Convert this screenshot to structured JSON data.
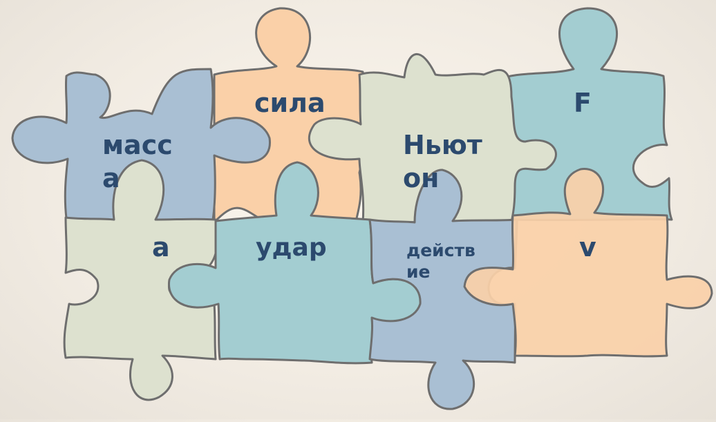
{
  "pieces": {
    "massa": {
      "line1": "масс",
      "line2": "а"
    },
    "sila": {
      "text": "сила"
    },
    "nyuton": {
      "line1": "Ньют",
      "line2": "он"
    },
    "force": {
      "text": "F"
    },
    "accel": {
      "text": "a"
    },
    "udar": {
      "text": "удар"
    },
    "deystvie": {
      "line1": "действ",
      "line2": "ие"
    },
    "velocity": {
      "text": "v"
    }
  },
  "colors": {
    "blue_gray": "#a9bfd3",
    "peach": "#fad0a8",
    "sage": "#dde1cf",
    "teal": "#a3cdd1",
    "outline": "#6e6e6e",
    "text": "#2c4a6e"
  }
}
